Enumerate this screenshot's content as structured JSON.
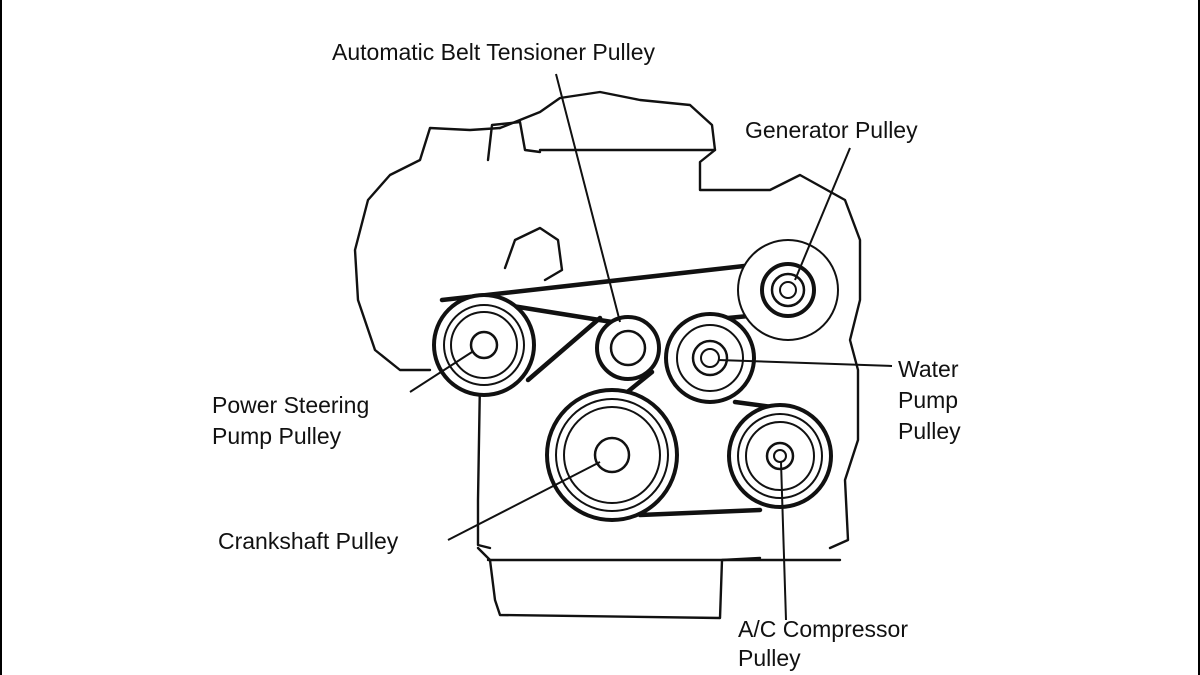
{
  "diagram": {
    "labels": {
      "tensioner": [
        "Automatic Belt Tensioner Pulley"
      ],
      "generator": [
        "Generator Pulley"
      ],
      "water_pump": [
        "Water",
        "Pump",
        "Pulley"
      ],
      "power_steering": [
        "Power Steering",
        "Pump Pulley"
      ],
      "crankshaft": [
        "Crankshaft Pulley"
      ],
      "ac_compressor": [
        "A/C Compressor",
        "Pulley"
      ]
    },
    "colors": {
      "background": "#ffffff",
      "side_bars": "#000000",
      "ink": "#111111"
    }
  }
}
